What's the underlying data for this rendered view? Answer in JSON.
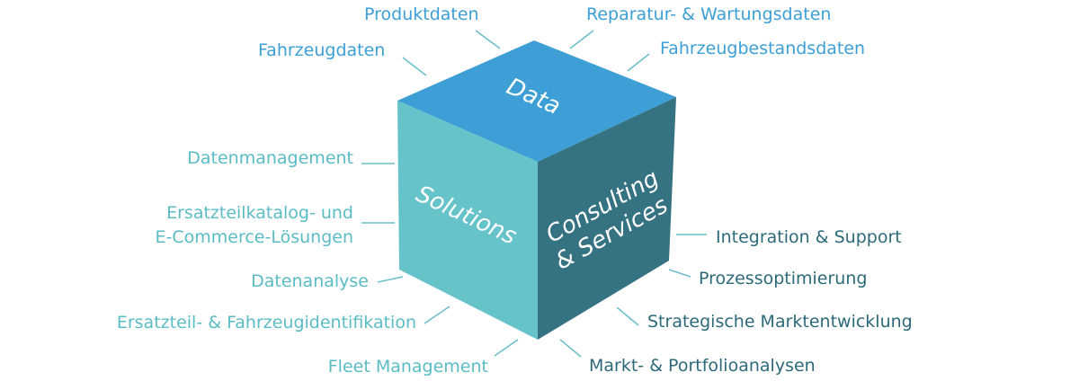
{
  "colors": {
    "top": "#3d9fd6",
    "left": "#66c3c9",
    "right": "#357282",
    "data_label": "#3d9fd6",
    "solutions_label": "#5bbcc4",
    "consulting_label": "#2c6a79",
    "leader": "#6cbfc6"
  },
  "faces": {
    "top": "Data",
    "left": "Solutions",
    "right_line1": "Consulting",
    "right_line2": "& Services"
  },
  "data_items": {
    "produktdaten": "Produktdaten",
    "reparatur": "Reparatur- & Wartungsdaten",
    "fahrzeugdaten": "Fahrzeugdaten",
    "fahrzeugbestand": "Fahrzeugbestandsdaten"
  },
  "solutions_items": {
    "datenmanagement": "Datenmanagement",
    "katalog_line1": "Ersatzteilkatalog- und",
    "katalog_line2": "E-Commerce-Lösungen",
    "datenanalyse": "Datenanalyse",
    "identifikation": "Ersatzteil- & Fahrzeugidentifikation",
    "fleet": "Fleet Management"
  },
  "consulting_items": {
    "integration": "Integration & Support",
    "prozess": "Prozessoptimierung",
    "strategie": "Strategische Marktentwicklung",
    "markt": "Markt- & Portfolioanalysen"
  }
}
